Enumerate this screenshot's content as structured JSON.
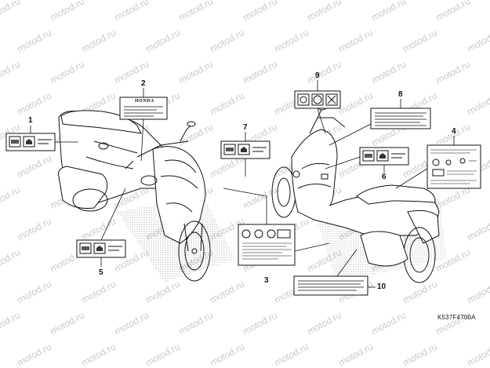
{
  "watermark": {
    "text": "motod.ru"
  },
  "callouts": [
    {
      "id": "1",
      "label": "1"
    },
    {
      "id": "2",
      "label": "2"
    },
    {
      "id": "3",
      "label": "3"
    },
    {
      "id": "4",
      "label": "4"
    },
    {
      "id": "5",
      "label": "5"
    },
    {
      "id": "6",
      "label": "6"
    },
    {
      "id": "7",
      "label": "7"
    },
    {
      "id": "8",
      "label": "8"
    },
    {
      "id": "9",
      "label": "9"
    },
    {
      "id": "10",
      "label": "10"
    }
  ],
  "label2_brand": "HONDA",
  "diagram_code": "K537F4700A",
  "colors": {
    "line": "#111111",
    "watermark": "#c9c9c9",
    "background": "#ffffff"
  }
}
